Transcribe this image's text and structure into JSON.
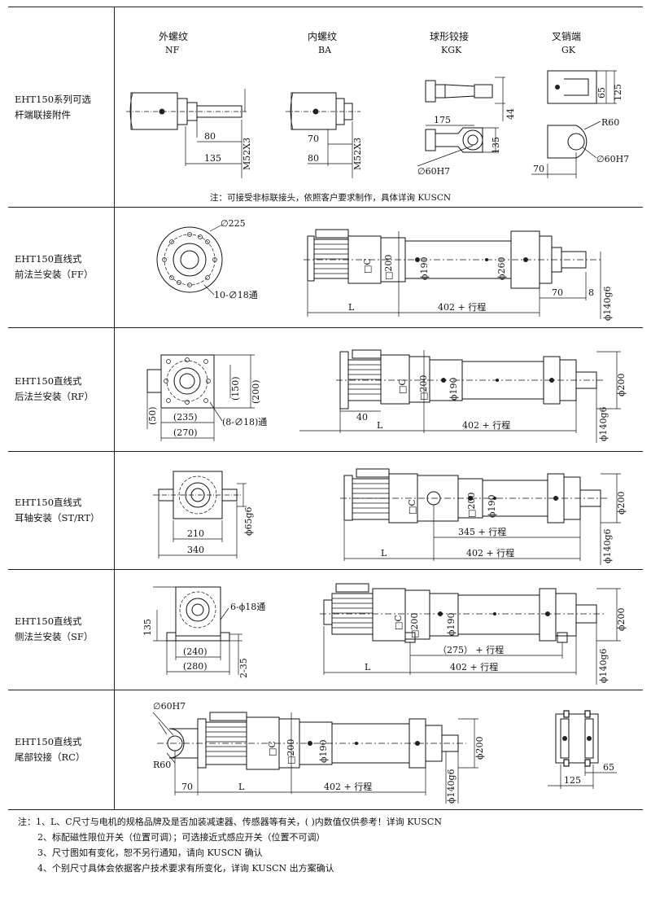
{
  "rows": [
    {
      "label1": "EHT150系列可选",
      "label2": "杆端联接附件"
    },
    {
      "label1": "EHT150直线式",
      "label2": "前法兰安装（FF）"
    },
    {
      "label1": "EHT150直线式",
      "label2": "后法兰安装（RF）"
    },
    {
      "label1": "EHT150直线式",
      "label2": "耳轴安装（ST/RT）"
    },
    {
      "label1": "EHT150直线式",
      "label2": "侧法兰安装（SF）"
    },
    {
      "label1": "EHT150直线式",
      "label2": "尾部铰接（RC）"
    }
  ],
  "attachments": {
    "nf": {
      "name": "外螺纹",
      "code": "NF",
      "d1": "80",
      "d2": "135",
      "thread": "M52X3"
    },
    "ba": {
      "name": "内螺纹",
      "code": "BA",
      "d1": "70",
      "d2": "80",
      "thread": "M52X3"
    },
    "kgk": {
      "name": "球形铰接",
      "code": "KGK",
      "d1": "175",
      "d2": "44",
      "d3": "135",
      "hole": "∅60H7"
    },
    "gk": {
      "name": "叉销端",
      "code": "GK",
      "d1": "65",
      "d2": "125",
      "radius": "R60",
      "hole": "∅60H7",
      "d3": "70"
    },
    "note": "注：可接受非标联接头，依照客户要求制作，具体详询  KUSCN"
  },
  "ff": {
    "d225": "∅225",
    "holes": "10-∅18通",
    "c": "□C",
    "s200": "□200",
    "d190": "ϕ190",
    "d260": "ϕ260",
    "L": "L",
    "stroke": "402 + 行程",
    "d70": "70",
    "d8": "8",
    "rod": "ϕ140g6"
  },
  "rf": {
    "s150": "(150)",
    "s200": "(200)",
    "d50": "(50)",
    "d235": "(235)",
    "d270": "(270)",
    "holes": "(8-∅18)通",
    "c": "□C",
    "s200b": "□200",
    "d190": "ϕ190",
    "d200": "ϕ200",
    "d40": "40",
    "L": "L",
    "stroke": "402 + 行程",
    "rod": "ϕ140g6"
  },
  "st": {
    "d65": "ϕ65g6",
    "d210": "210",
    "d340": "340",
    "c": "□C",
    "s200": "□200",
    "d190": "ϕ190",
    "d200": "ϕ200",
    "stroke345": "345 + 行程",
    "stroke402": "402 + 行程",
    "L": "L",
    "rod": "ϕ140g6"
  },
  "sf": {
    "d135": "135",
    "holes": "6-ϕ18通",
    "d240": "(240)",
    "d280": "(280)",
    "d235": "2-35",
    "c": "□C",
    "s200": "□200",
    "d190": "ϕ190",
    "d200": "ϕ200",
    "stroke275": "（275）  + 行程",
    "stroke402": "402 + 行程",
    "L": "L",
    "rod": "ϕ140g6"
  },
  "rc": {
    "hole": "∅60H7",
    "radius": "R60",
    "c": "□C",
    "s200": "□200",
    "d190": "ϕ190",
    "d200": "ϕ200",
    "d70": "70",
    "L": "L",
    "stroke": "402 + 行程",
    "rod": "ϕ140g6",
    "d65": "65",
    "d125": "125"
  },
  "notes": [
    "注：1、L、C尺寸与电机的规格品牌及是否加装减速器、传感器等有关，( )内数值仅供参考！详询  KUSCN",
    "2、标配磁性限位开关（位置可调）；可选接近式感应开关（位置不可调）",
    "3、尺寸图如有变化，恕不另行通知，请向  KUSCN 确认",
    "4、个别尺寸具体会依据客户技术要求有所变化，详询  KUSCN 出方案确认"
  ]
}
